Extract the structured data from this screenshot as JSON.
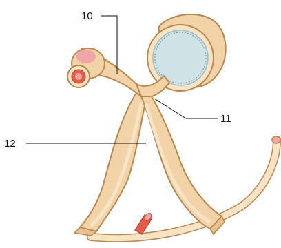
{
  "labels": [
    {
      "id": "label-10",
      "text": "10"
    },
    {
      "id": "label-11",
      "text": "11"
    },
    {
      "id": "label-12",
      "text": "12"
    }
  ],
  "colors": {
    "tissue_fill": "#f2d3a8",
    "tissue_light": "#f8e3c4",
    "tissue_outline": "#b8874f",
    "vesicle_fill": "#cfe3e6",
    "vesicle_shadow": "#9bbcc1",
    "vessel_red": "#e85a44",
    "vessel_pink": "#f0a6a6",
    "leader": "#111111"
  }
}
